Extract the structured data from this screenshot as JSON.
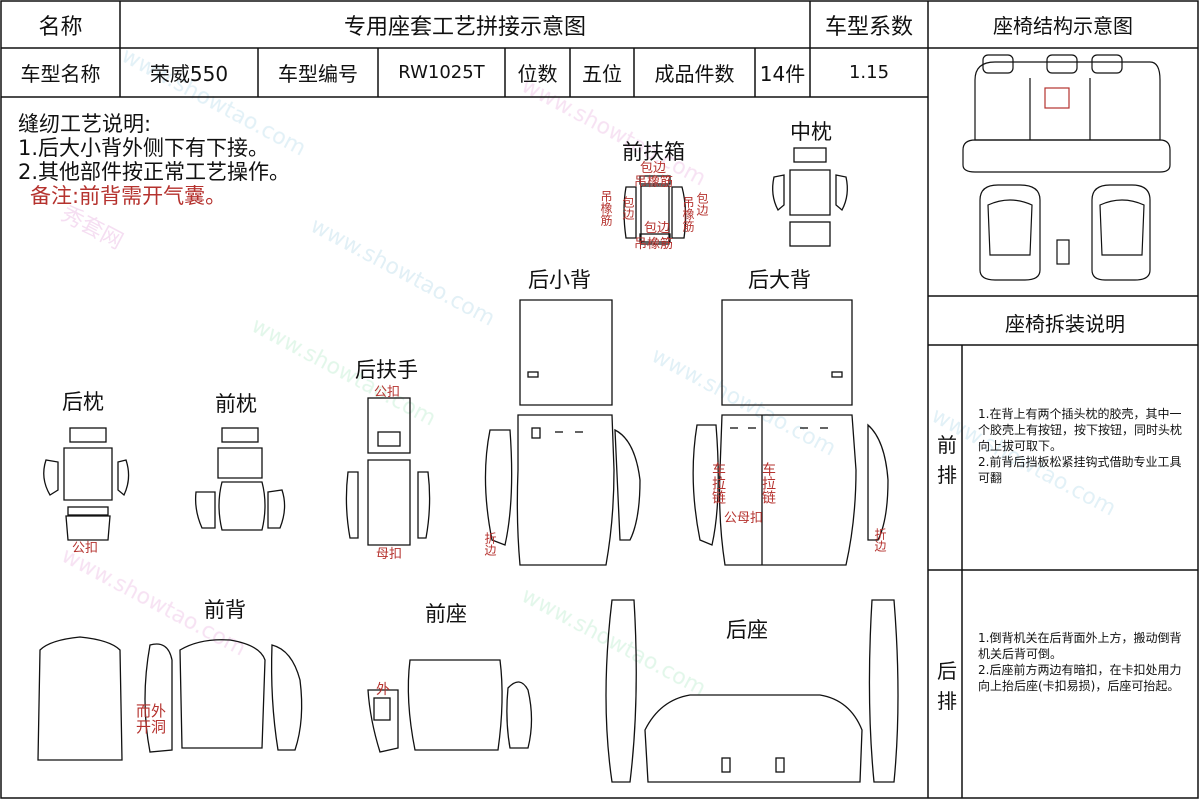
{
  "header": {
    "name_label": "名称",
    "title": "专用座套工艺拼接示意图",
    "coef_label": "车型系数",
    "right_title": "座椅结构示意图",
    "row2": {
      "model_name_label": "车型名称",
      "model_name": "荣威550",
      "model_no_label": "车型编号",
      "model_no": "RW1025T",
      "seats_label": "位数",
      "seats": "五位",
      "pieces_label": "成品件数",
      "pieces": "14件",
      "coef": "1.15"
    }
  },
  "notes": {
    "heading": "缝纫工艺说明:",
    "line1": "1.后大小背外侧下有下接。",
    "line2": "2.其他部件按正常工艺操作。",
    "remark": "备注:前背需开气囊。"
  },
  "parts": {
    "front_box": "前扶箱",
    "middle_pillow": "中枕",
    "rear_small_back": "后小背",
    "rear_big_back": "后大背",
    "rear_pillow": "后枕",
    "front_pillow": "前枕",
    "rear_armrest": "后扶手",
    "front_back": "前背",
    "front_seat": "前座",
    "rear_seat": "后座"
  },
  "annotations": {
    "bao_bian": "包边",
    "diao_xiang_jin": "吊橡筋",
    "gong_kou": "公扣",
    "mu_kou": "母扣",
    "la_lian": "车拉链",
    "gong_mu_kou": "公母扣",
    "she_bian": "折边",
    "wai_kai_dong": "外开洞",
    "front_right": "而外",
    "front_left_kai": "开洞",
    "wai": "外"
  },
  "right_panel": {
    "disassembly_title": "座椅拆装说明",
    "front_row_label": "前排",
    "rear_row_label": "后排",
    "front_text1": "1.在背上有两个插头枕的胶壳，其中一个胶壳上有按钮，按下按钮，同时头枕向上拔可取下。",
    "front_text2": "2.前背后挡板松紧挂钩式借助专业工具可翻",
    "rear_text1": "1.倒背机关在后背面外上方，搬动倒背机关后背可倒。",
    "rear_text2": "2.后座前方两边有暗扣，在卡扣处用力向上抬后座(卡扣易损)，后座可抬起。"
  },
  "watermark": {
    "text1": "秀套网",
    "text2": "www.showtao.com"
  },
  "colors": {
    "annotation_red": "#b5322e",
    "line": "#111111"
  }
}
